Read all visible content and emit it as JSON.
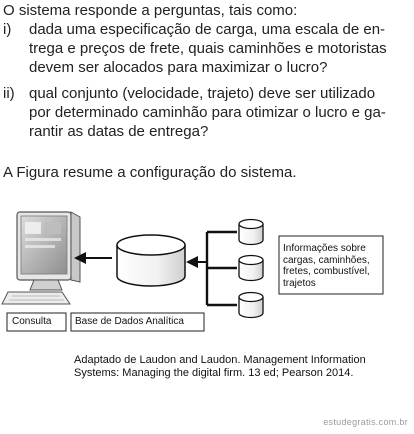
{
  "intro": "O sistema responde a perguntas, tais como:",
  "items": [
    {
      "label": "i)",
      "lines": [
        "dada uma especificação de carga, uma escala de en-",
        "trega e preços de frete, quais caminhões e motoristas",
        "devem ser alocados para maximizar o lucro?"
      ]
    },
    {
      "label": "ii)",
      "lines": [
        "qual conjunto (velocidade, trajeto) deve ser utilizado",
        "por determinado caminhão para otimizar o lucro e ga-",
        "rantir as datas de entrega?"
      ]
    }
  ],
  "summary": "A Figura resume a configuração do sistema.",
  "figure": {
    "consulta_label": "Consulta",
    "database_label": "Base de Dados Analítica",
    "info_lines": [
      "Informações sobre",
      "cargas, caminhões,",
      "fretes, combustível,",
      "trajetos"
    ],
    "caption_lines": [
      "Adaptado de Laudon and Laudon. Management Information",
      "Systems: Managing the digital firm. 13 ed; Pearson 2014."
    ]
  },
  "watermark": "estudegratis.com.br"
}
